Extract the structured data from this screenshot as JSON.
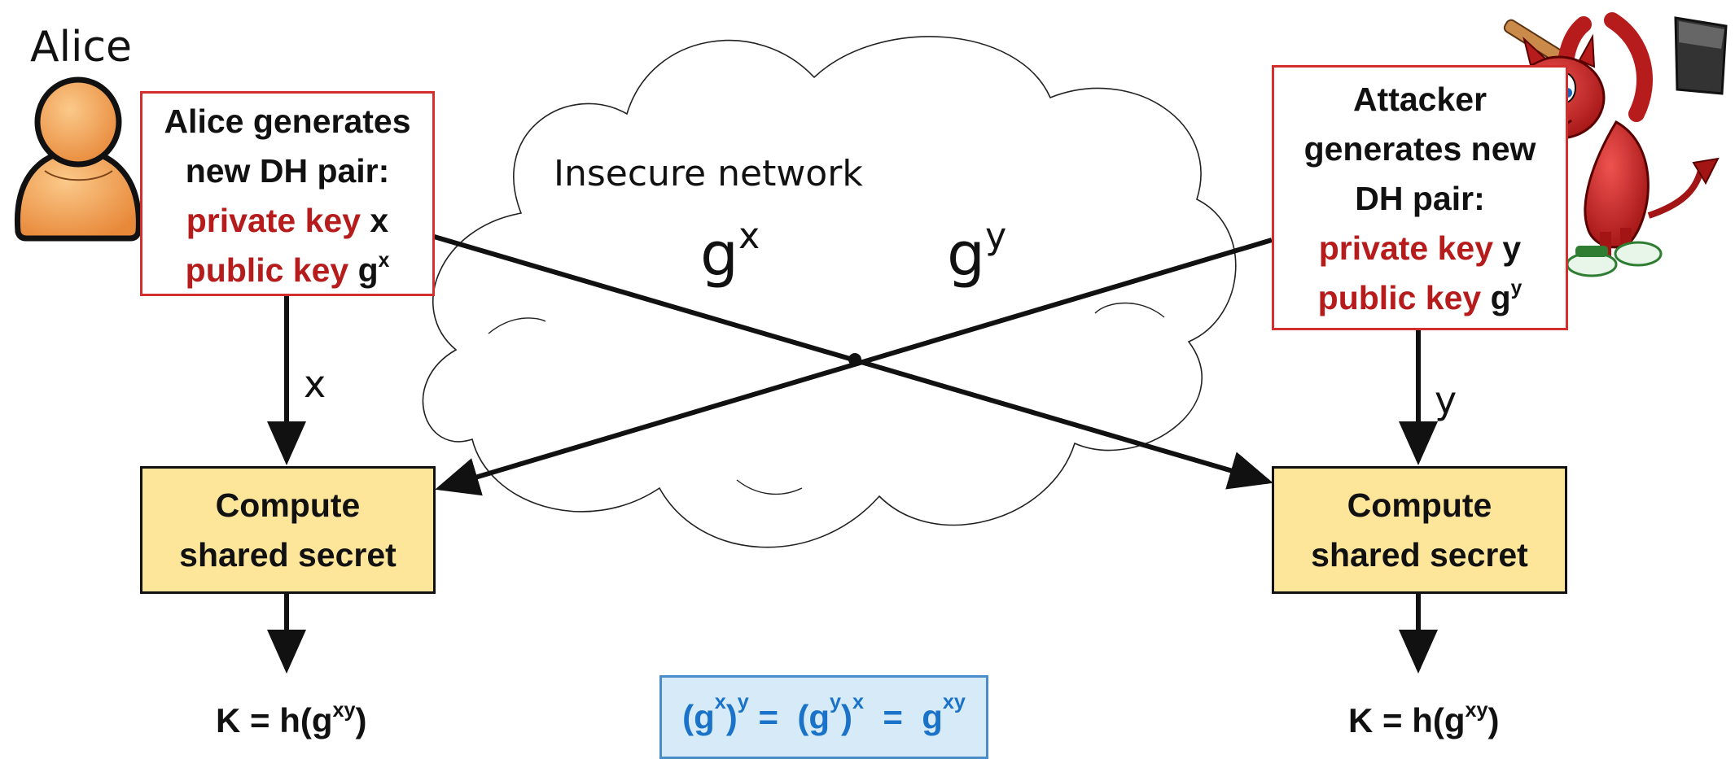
{
  "alice": {
    "label": "Alice",
    "box_line1": "Alice generates",
    "box_line2": "new DH pair:",
    "private_key_label": "private key",
    "private_key_value": "x",
    "public_key_label": "public key",
    "public_key_base": "g",
    "public_key_exp": "x",
    "private_arrow_label": "x",
    "compute_line1": "Compute",
    "compute_line2": "shared secret",
    "result_prefix": "K = h(g",
    "result_exp": "xy",
    "result_suffix": ")"
  },
  "attacker": {
    "box_line1": "Attacker",
    "box_line2": "generates new",
    "box_line3": "DH pair:",
    "private_key_label": "private key",
    "private_key_value": "y",
    "public_key_label": "public key",
    "public_key_base": "g",
    "public_key_exp": "y",
    "private_arrow_label": "y",
    "compute_line1": "Compute",
    "compute_line2": "shared secret",
    "result_prefix": "K = h(g",
    "result_exp": "xy",
    "result_suffix": ")"
  },
  "network": {
    "label": "Insecure network",
    "msg_left_base": "g",
    "msg_left_exp": "x",
    "msg_right_base": "g",
    "msg_right_exp": "y"
  },
  "formula": {
    "p1_open": "(g",
    "p1_inner_exp": "x",
    "p1_close": ")",
    "p1_outer_exp": "y",
    "eq1": " =  ",
    "p2_open": "(g",
    "p2_inner_exp": "y",
    "p2_close": ")",
    "p2_outer_exp": "x",
    "eq2": "  =  ",
    "rhs_base": "g",
    "rhs_exp": "xy"
  },
  "icons": {
    "alice_avatar": "person-icon",
    "attacker_avatar": "devil-with-hammer-icon"
  },
  "colors": {
    "key_red": "#b71c1c",
    "box_border_red": "#d32f2f",
    "compute_fill": "#fde59a",
    "formula_fill": "#d6ebf7",
    "formula_text": "#1a73c8",
    "avatar_orange": "#f0a050"
  }
}
